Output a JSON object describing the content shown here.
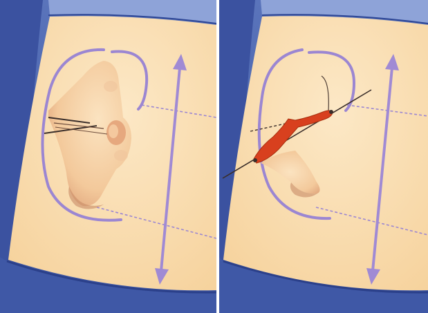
{
  "panels": [
    {
      "id": "left",
      "stage": "before",
      "description_visible_text": ""
    },
    {
      "id": "right",
      "stage": "after",
      "description_visible_text": ""
    }
  ],
  "colors": {
    "background_blue": "#4a63a8",
    "background_blue_dark": "#33488c",
    "drape_blue": "#8fa2d6",
    "skin": "#f8d8a4",
    "skin_light": "#fbe6c2",
    "ear_shadow": "#e8b48a",
    "outline_purple": "#9b86d2",
    "arrow_purple": "#a08ad4",
    "incision_red": "#d8401e",
    "suture_dark": "#3a2e2a",
    "divider": "#ffffff"
  },
  "icons": {
    "vertical_arrow": "double-headed-arrow-icon"
  }
}
